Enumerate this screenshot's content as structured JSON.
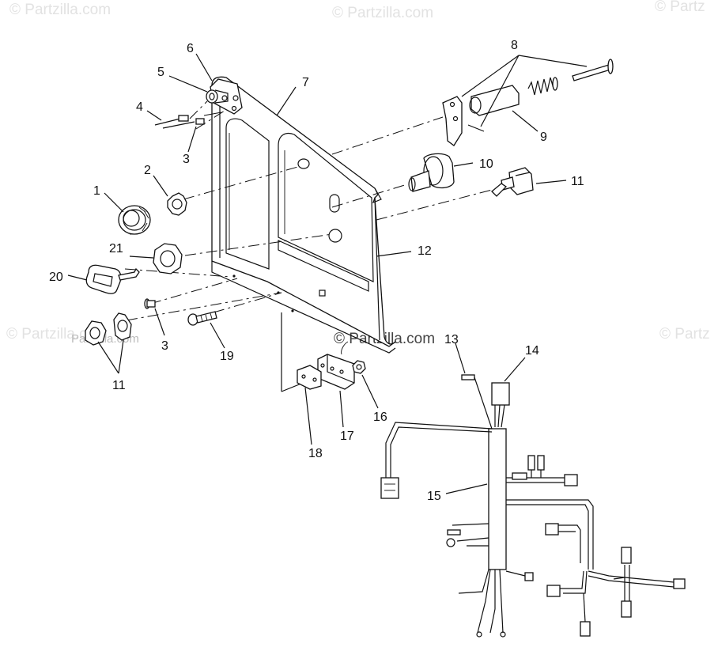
{
  "watermarks": {
    "top_left": "© Partzilla.com",
    "top_center": "© Partzilla.com",
    "top_right": "© Partz",
    "mid_left": "© Partzilla.com",
    "mid_right": "© Partz",
    "center": "© Partzilla.com",
    "center_left_overlay": "Partzilla.com"
  },
  "callouts": {
    "c1": "1",
    "c2": "2",
    "c3a": "3",
    "c3b": "3",
    "c4": "4",
    "c5": "5",
    "c6": "6",
    "c7": "7",
    "c8": "8",
    "c9": "9",
    "c10": "10",
    "c11a": "11",
    "c11b": "11",
    "c12": "12",
    "c13": "13",
    "c14": "14",
    "c15": "15",
    "c16": "16",
    "c17": "17",
    "c18": "18",
    "c19": "19",
    "c20": "20",
    "c21": "21"
  }
}
